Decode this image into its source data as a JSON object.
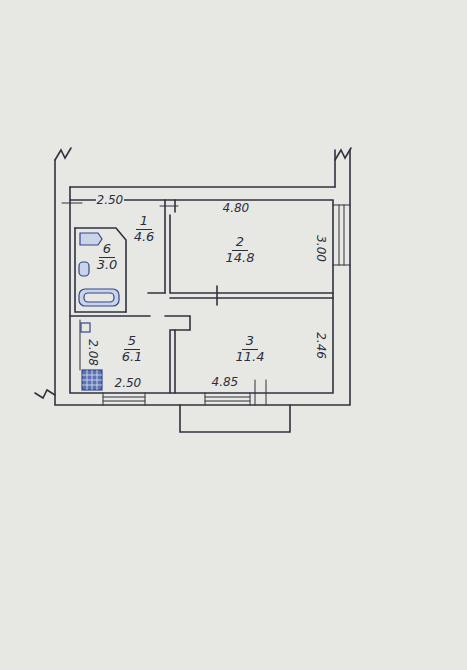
{
  "diagram": {
    "nodes": [
      {
        "text": [
          "1",
          "4.6"
        ]
      },
      {
        "text": [
          "2",
          "14.8"
        ]
      },
      {
        "text": [
          "6",
          "3.0"
        ]
      },
      {
        "text": [
          "5",
          "6.1"
        ]
      },
      {
        "text": [
          "3",
          "11.4"
        ]
      }
    ],
    "labels": [
      "2.50",
      "4.80",
      "3.00",
      "2.46",
      "2.08",
      "2.50",
      "4.85"
    ]
  }
}
